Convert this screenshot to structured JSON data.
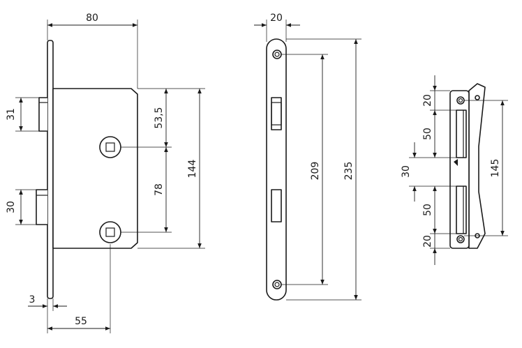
{
  "lock_body_view": {
    "dim_width": "80",
    "dim_bolt_upper": "31",
    "dim_bolt_lower": "30",
    "dim_spindle_upper": "53,5",
    "dim_spindle_between": "78",
    "dim_body_height": "144",
    "dim_faceplate_thickness": "3",
    "dim_backset": "55"
  },
  "faceplate_view": {
    "dim_width": "20",
    "dim_hole_spacing": "209",
    "dim_length": "235"
  },
  "strike_plate_view": {
    "dim_top_margin": "20",
    "dim_upper_opening": "50",
    "dim_gap": "30",
    "dim_lower_opening": "50",
    "dim_bottom_margin": "20",
    "dim_hole_spacing": "145"
  }
}
